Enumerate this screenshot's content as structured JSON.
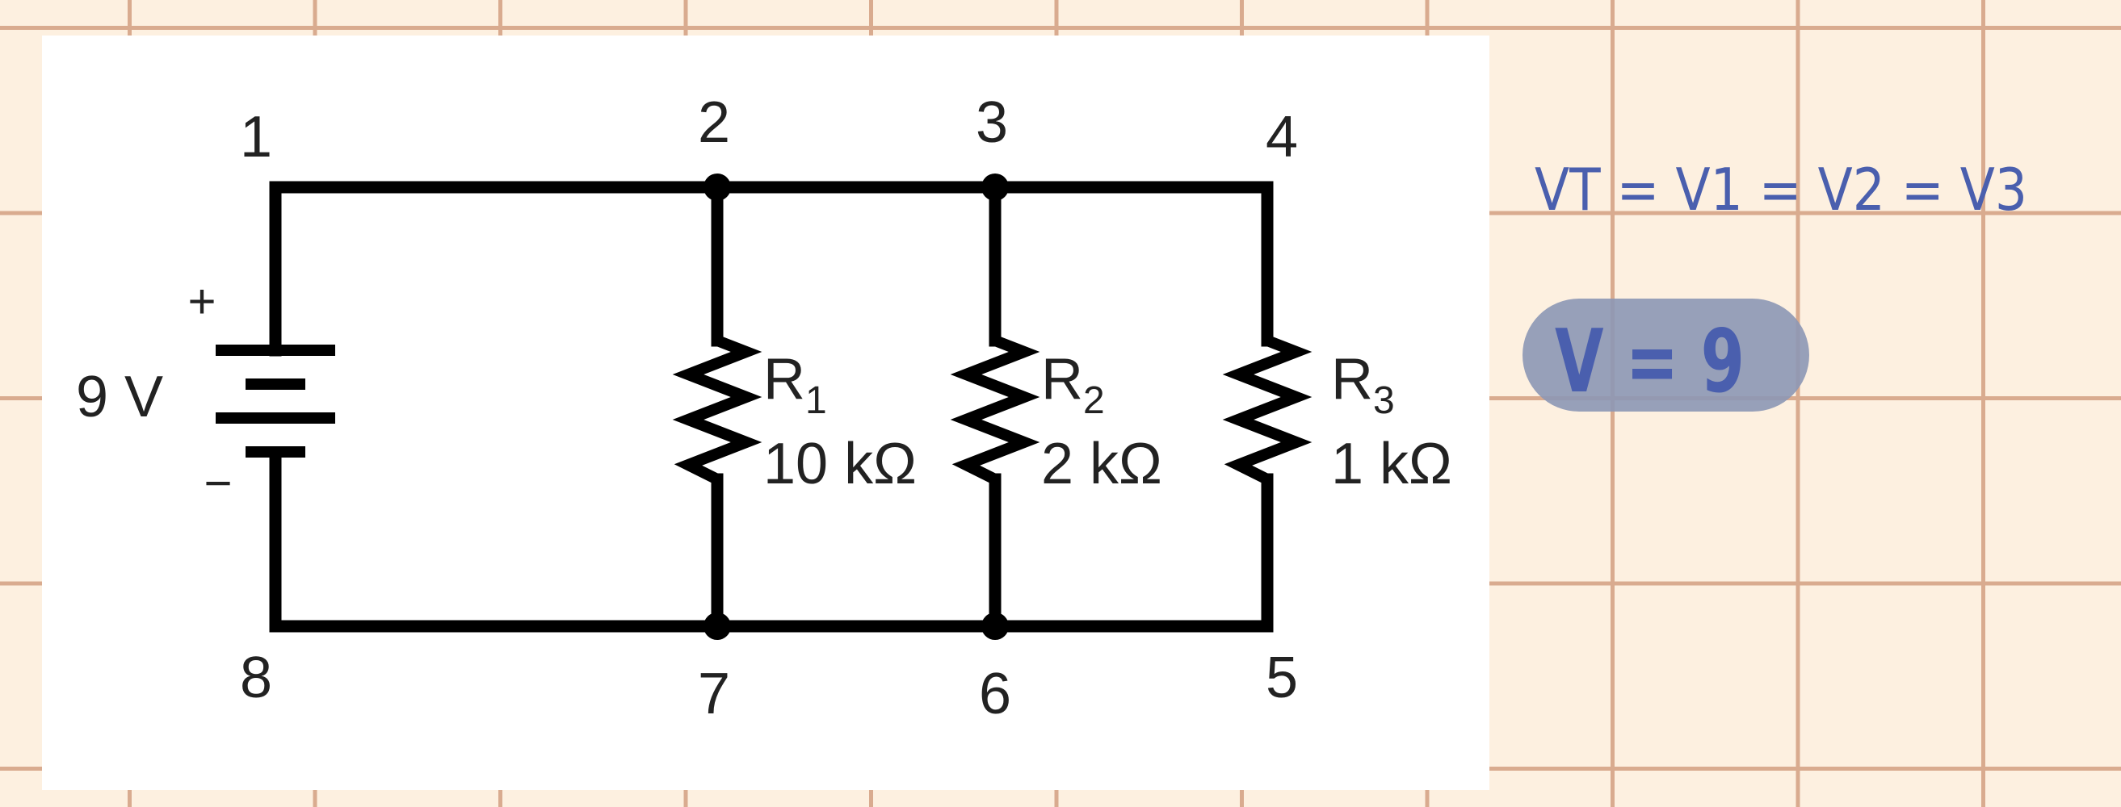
{
  "colors": {
    "grid_background": "#fdf0e0",
    "grid_lines": "#d9ab8f",
    "panel": "#ffffff",
    "wire": "#000000",
    "handwriting": "#4a5fae",
    "highlight": "#8c97b5"
  },
  "diagram": {
    "nodes": [
      "1",
      "2",
      "3",
      "4",
      "5",
      "6",
      "7",
      "8"
    ],
    "battery": {
      "voltage": "9 V",
      "plus": "+",
      "minus": "−"
    },
    "resistors": [
      {
        "letter": "R",
        "sub": "1",
        "value": "10 kΩ"
      },
      {
        "letter": "R",
        "sub": "2",
        "value": "2 kΩ"
      },
      {
        "letter": "R",
        "sub": "3",
        "value": "1 kΩ"
      }
    ]
  },
  "notes": {
    "equation": "VT = V1 = V2 = V3",
    "result": "V = 9"
  }
}
